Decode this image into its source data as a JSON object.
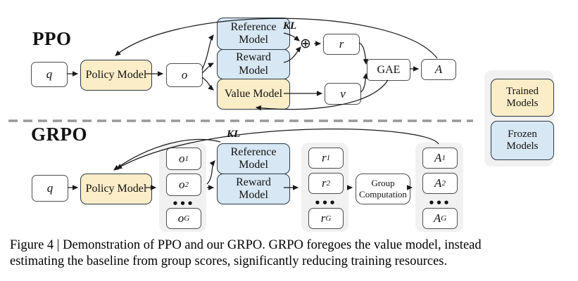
{
  "colors": {
    "trained_fill": "#fbedc7",
    "frozen_fill": "#d7e7f3",
    "panel_fill": "#f1f1f2",
    "box_border": "#2b3947",
    "divider": "#999999"
  },
  "ppo": {
    "section_label": "PPO",
    "q": "q",
    "policy": "Policy Model",
    "o": "o",
    "reference": "Reference Model",
    "reward": "Reward Model",
    "value": "Value Model",
    "kl": "KL",
    "oplus": "⊕",
    "r": "r",
    "v": "v",
    "gae": "GAE",
    "a": "A"
  },
  "grpo": {
    "section_label": "GRPO",
    "q": "q",
    "policy": "Policy Model",
    "reference": "Reference Model",
    "reward": "Reward Model",
    "kl": "KL",
    "dots": "•••",
    "outputs": [
      {
        "base": "o",
        "sub": "1"
      },
      {
        "base": "o",
        "sub": "2"
      },
      {
        "base": "o",
        "sub": "G"
      }
    ],
    "rewards": [
      {
        "base": "r",
        "sub": "1"
      },
      {
        "base": "r",
        "sub": "2"
      },
      {
        "base": "r",
        "sub": "G"
      }
    ],
    "advantages": [
      {
        "base": "A",
        "sub": "1"
      },
      {
        "base": "A",
        "sub": "2"
      },
      {
        "base": "A",
        "sub": "G"
      }
    ],
    "group_computation": "Group Computation"
  },
  "legend": {
    "trained": "Trained Models",
    "frozen": "Frozen Models"
  },
  "caption": {
    "line1": "Figure 4 | Demonstration of PPO and our GRPO. GRPO foregoes the value model, instead",
    "line2": "estimating the baseline from group scores, significantly reducing training resources."
  }
}
